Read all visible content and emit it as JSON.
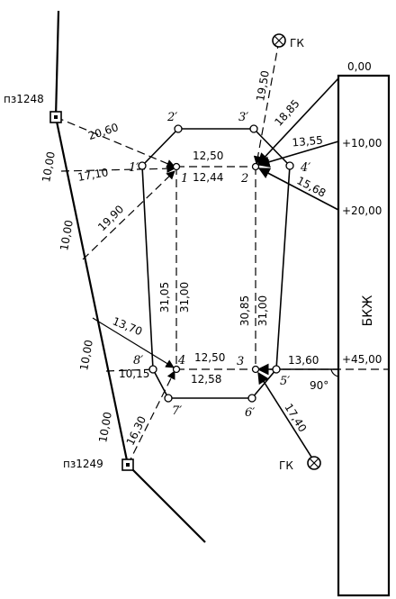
{
  "stations": {
    "top": "пз1248",
    "bottom": "пз1249"
  },
  "control_points": {
    "top": "ГК",
    "bottom": "ГК"
  },
  "building": {
    "name": "БКЖ",
    "chainage_0": "0,00",
    "chainage_10": "+10,00",
    "chainage_20": "+20,00",
    "chainage_45": "+45,00"
  },
  "angle": "90°",
  "points": {
    "p1": "1",
    "p2": "2",
    "p3": "3",
    "p4": "4",
    "p1s": "1′",
    "p2s": "2′",
    "p3s": "3′",
    "p4s": "4′",
    "p5s": "5′",
    "p6s": "6′",
    "p7s": "7′",
    "p8s": "8′"
  },
  "dims": {
    "top_design": "12,50",
    "top_measured": "12,44",
    "bottom_design": "12,50",
    "bottom_measured": "12,58",
    "left_a": "31,05",
    "left_b": "31,00",
    "right_a": "30,85",
    "right_b": "31,00",
    "st_top_to_2s": "20,60",
    "st_top_to_1": "17,10",
    "diag_19_90": "19,90",
    "base_upper": "10,00",
    "base_middle": "10,00",
    "base_lower_a": "10,00",
    "base_lower_b": "10,00",
    "to_4": "13,70",
    "to_8s": "10,15",
    "st_bottom": "16,30",
    "gk_top": "19,50",
    "bldg_to_2_a": "18,85",
    "bldg_to_2_b": "13,55",
    "bldg_to_2_c": "15,68",
    "bldg_to_3": "13,60",
    "gk_bottom": "17,40"
  }
}
